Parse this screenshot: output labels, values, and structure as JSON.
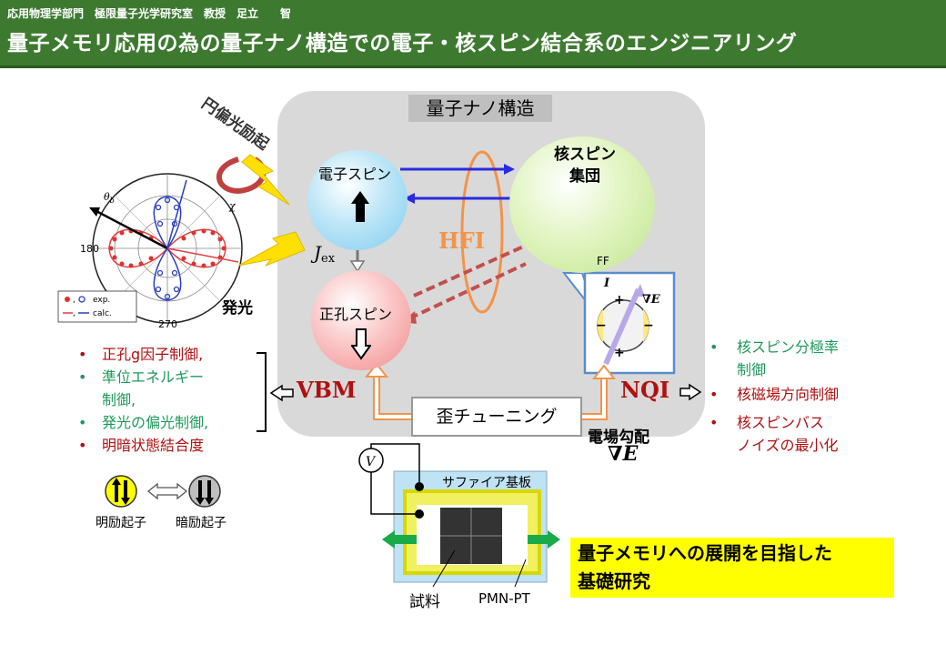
{
  "header": {
    "author": "応用物理学部門　極限量子光学研究室　教授　足立　　智",
    "title": "量子メモリ応用の為の量子ナノ構造での電子・核スピン結合系のエンジニアリング"
  },
  "diagram": {
    "circ_pol": "円偏光励起",
    "emission": "発光",
    "quantum_nano": "量子ナノ構造",
    "electron_spin": "電子スピン",
    "hole_spin": "正孔スピン",
    "nuclear_spin": "核スピン\n集団",
    "nuclear_spin_l1": "核スピン",
    "nuclear_spin_l2": "集団",
    "j_ex_sym": "J",
    "j_ex_sub": "ex",
    "hfi": "HFI",
    "ff": "FF",
    "i_label": "I",
    "grad_e": "∇E",
    "vbm": "VBM",
    "nqi": "NQI",
    "strain_tuning": "歪チューニング",
    "field_grad": "電場勾配",
    "field_grad_sym": "∇E",
    "polar_theta": "θ",
    "polar_theta_sub": "b",
    "polar_chi": "χ",
    "polar_180": "180",
    "polar_270": "270",
    "legend_exp": "exp.",
    "legend_calc": "calc.",
    "legend_comma1": ",",
    "legend_comma2": ",",
    "voltmeter": "V",
    "sapphire": "サファイア基板",
    "sample": "試料",
    "pmnpt": "PMN-PT"
  },
  "left_list": [
    {
      "text": "正孔g因子制御,",
      "color": "#b01010"
    },
    {
      "text": "準位エネルギー",
      "color": "#1f9a5c"
    },
    {
      "text": "制御,",
      "color": "#1f9a5c",
      "indent": true
    },
    {
      "text": "発光の偏光制御,",
      "color": "#1f9a5c"
    },
    {
      "text": "明暗状態結合度",
      "color": "#b01010"
    }
  ],
  "bright_label": "明励起子",
  "dark_label": "暗励起子",
  "right_list": [
    {
      "text": "核スピン分極率",
      "color": "#1f9a5c"
    },
    {
      "text": "制御",
      "color": "#1f9a5c",
      "indent": true
    },
    {
      "text": "核磁場方向制御",
      "color": "#b01010"
    },
    {
      "text": "核スピンバス",
      "color": "#b01010"
    },
    {
      "text": "ノイズの最小化",
      "color": "#b01010",
      "indent": true
    }
  ],
  "goal": {
    "line1": "量子メモリへの展開を目指した",
    "line2": "基礎研究"
  },
  "colors": {
    "header": "#3d7a30",
    "red_text": "#b01010",
    "green_text": "#1f9a5c",
    "highlight": "#ffff00"
  }
}
